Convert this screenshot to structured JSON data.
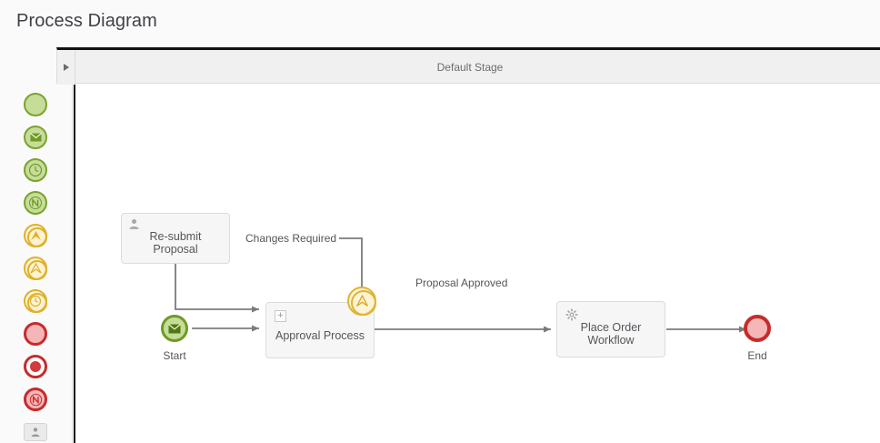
{
  "page": {
    "title": "Process Diagram",
    "background": "#fafafa"
  },
  "stage": {
    "title": "Default Stage",
    "collapse_icon": "triangle-right-icon"
  },
  "palette": {
    "items": [
      {
        "name": "palette-start-event-none",
        "icon": "circle-green-icon",
        "glyph": ""
      },
      {
        "name": "palette-start-event-message",
        "icon": "envelope-green-icon",
        "glyph": "✉"
      },
      {
        "name": "palette-start-event-timer",
        "icon": "clock-green-icon",
        "glyph": "◴"
      },
      {
        "name": "palette-start-event-signal",
        "icon": "signal-green-icon",
        "glyph": "N"
      },
      {
        "name": "palette-intermediate-escalation",
        "icon": "escalation-yellow-icon",
        "glyph": "▲"
      },
      {
        "name": "palette-intermediate-escalation-nonint",
        "icon": "escalation-outline-yellow-icon",
        "glyph": "△"
      },
      {
        "name": "palette-intermediate-timer",
        "icon": "clock-yellow-icon",
        "glyph": "◴"
      },
      {
        "name": "palette-end-event-none",
        "icon": "circle-red-icon",
        "glyph": ""
      },
      {
        "name": "palette-end-event-terminate",
        "icon": "terminate-red-icon",
        "glyph": ""
      },
      {
        "name": "palette-end-event-error",
        "icon": "error-red-icon",
        "glyph": "N"
      },
      {
        "name": "palette-user-task",
        "icon": "person-task-icon",
        "glyph": "●"
      }
    ]
  },
  "diagram": {
    "nodes": [
      {
        "id": "resubmit-proposal",
        "type": "user-task",
        "label": "Re-submit Proposal",
        "marker": "person-icon"
      },
      {
        "id": "start-event",
        "type": "message-start-event",
        "label": "Start",
        "marker": "envelope-icon"
      },
      {
        "id": "approval-process",
        "type": "collapsed-subprocess",
        "label": "Approval Process",
        "marker": "plus-icon"
      },
      {
        "id": "escalation-boundary-event",
        "type": "boundary-escalation-event",
        "label": "",
        "marker": "escalation-triangle-icon"
      },
      {
        "id": "place-order-workflow",
        "type": "service-task",
        "label": "Place Order\nWorkflow",
        "marker": "gear-icon"
      },
      {
        "id": "end-event",
        "type": "end-event",
        "label": "End",
        "marker": "circle-icon"
      }
    ],
    "flows": [
      {
        "id": "flow-changes-required",
        "label": "Changes Required",
        "from": "escalation-boundary-event",
        "to": "resubmit-proposal"
      },
      {
        "id": "flow-resubmit-approval",
        "label": "",
        "from": "resubmit-proposal",
        "to": "approval-process"
      },
      {
        "id": "flow-start-approval",
        "label": "",
        "from": "start-event",
        "to": "approval-process"
      },
      {
        "id": "flow-proposal-approved",
        "label": "Proposal Approved",
        "from": "approval-process",
        "to": "place-order-workflow"
      },
      {
        "id": "flow-order-end",
        "label": "",
        "from": "place-order-workflow",
        "to": "end-event"
      }
    ]
  },
  "colors": {
    "start_green": "#6f9a24",
    "start_green_fill": "#c6dd9a",
    "event_yellow": "#e0b431",
    "event_yellow_fill": "#fdf4d6",
    "end_red": "#c62b2b",
    "end_red_fill": "#f4b6b6",
    "task_fill": "#f6f6f6",
    "task_border": "#dcdcdc",
    "flow_line": "#7b7b7b",
    "text": "#53565b"
  }
}
